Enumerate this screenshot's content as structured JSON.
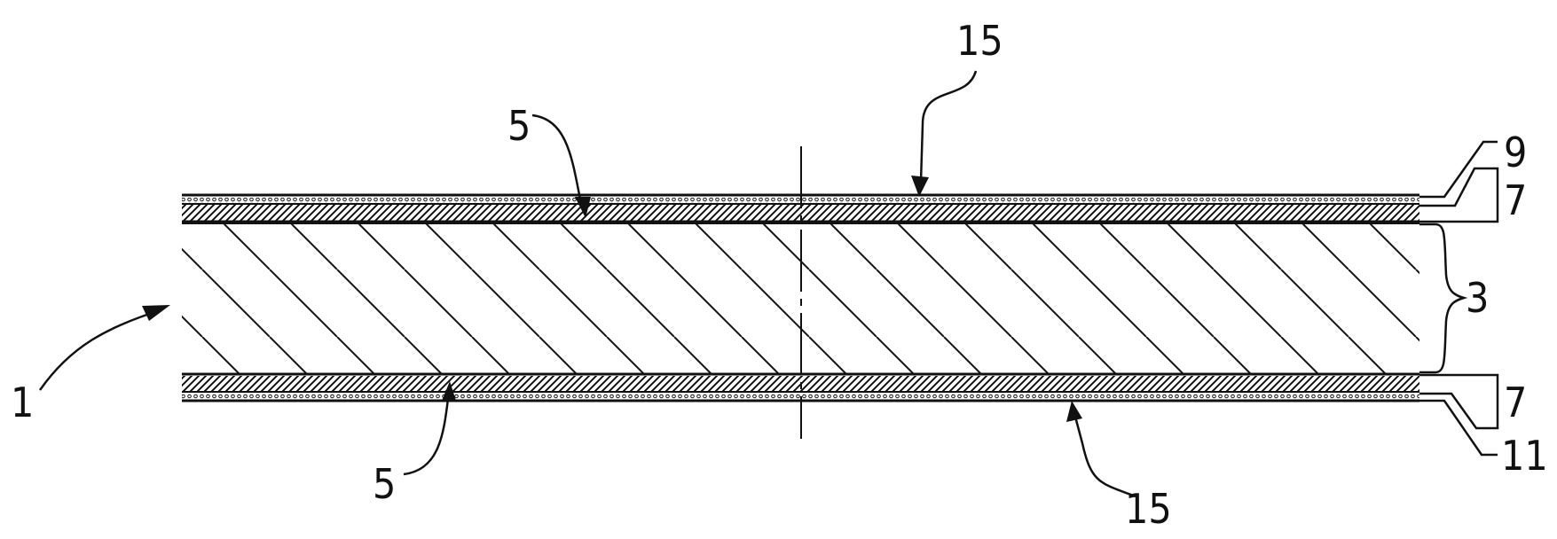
{
  "figure": {
    "description_labels": {
      "assembly": "1",
      "core": "3",
      "layer_top": "5",
      "layer_bottom": "5",
      "stack_top": "7",
      "stack_bottom": "7",
      "outer_top": "9",
      "outer_bottom": "11",
      "surface_top": "15",
      "surface_bottom": "15"
    },
    "colors": {
      "ink": "#111111",
      "background": "#ffffff"
    }
  }
}
